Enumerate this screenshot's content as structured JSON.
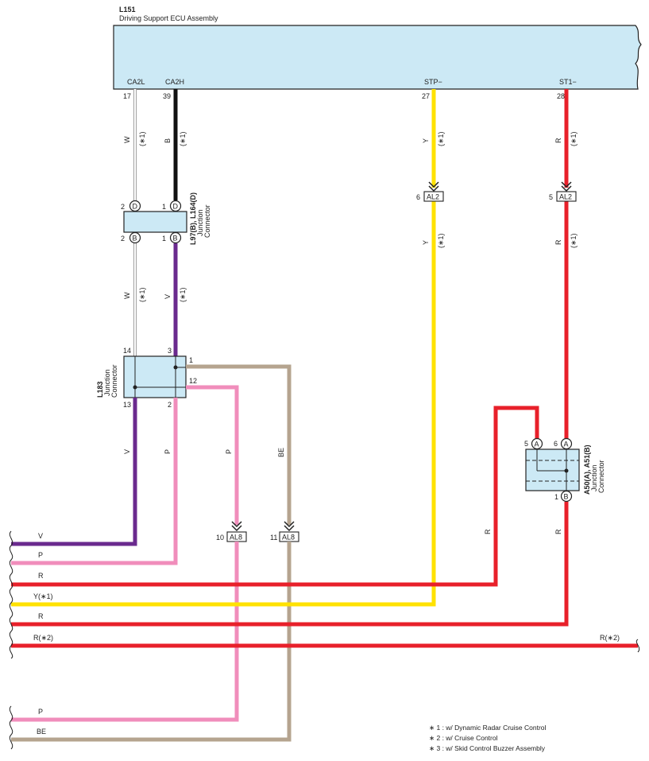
{
  "ecu": {
    "code": "L151",
    "name": "Driving Support ECU Assembly",
    "pins": [
      {
        "label": "CA2L",
        "num": "17"
      },
      {
        "label": "CA2H",
        "num": "39"
      },
      {
        "label": "STP−",
        "num": "27"
      },
      {
        "label": "ST1−",
        "num": "28"
      }
    ]
  },
  "wire_labels": {
    "w": "W",
    "b": "B",
    "y": "Y",
    "r": "R",
    "v": "V",
    "p": "P",
    "be": "BE",
    "note1": "(∗1)"
  },
  "junction_l97": {
    "code": "L97(B), L164(D)",
    "line1": "Junction",
    "line2": "Connector",
    "pin_2": "2",
    "pin_1": "1",
    "letter_d": "D",
    "letter_b": "B"
  },
  "junction_l183": {
    "code": "L183",
    "line1": "Junction",
    "line2": "Connector",
    "pins": {
      "p14": "14",
      "p3": "3",
      "p1": "1",
      "p12": "12",
      "p13": "13",
      "p2": "2"
    }
  },
  "junction_a50": {
    "code": "A50(A), A51(B)",
    "line1": "Junction",
    "line2": "Connector",
    "pins": {
      "p5": "5",
      "p6": "6",
      "p1": "1"
    },
    "letter_a": "A",
    "letter_b": "B"
  },
  "connectors": {
    "al2": "AL2",
    "al8": "AL8",
    "al2_left_pin": "6",
    "al2_right_pin": "5",
    "al8_left_pin": "10",
    "al8_right_pin": "11"
  },
  "harness_lines": {
    "v": "V",
    "p": "P",
    "r": "R",
    "y": "Y(∗1)",
    "r2": "R",
    "r_note2": "R(∗2)",
    "p2": "P",
    "be": "BE",
    "r_note2_right": "R(∗2)"
  },
  "notes": [
    "∗ 1 : w/ Dynamic Radar Cruise Control",
    "∗ 2 : w/ Cruise Control",
    "∗ 3 : w/ Skid Control Buzzer Assembly"
  ],
  "colors": {
    "ecu_fill": "#cce9f5",
    "red": "#e8202a",
    "yellow": "#ffe200",
    "purple": "#6a2a8e",
    "pink": "#f08dbb",
    "beige": "#b5a48f",
    "black": "#111111",
    "white_wire": "#999999"
  }
}
